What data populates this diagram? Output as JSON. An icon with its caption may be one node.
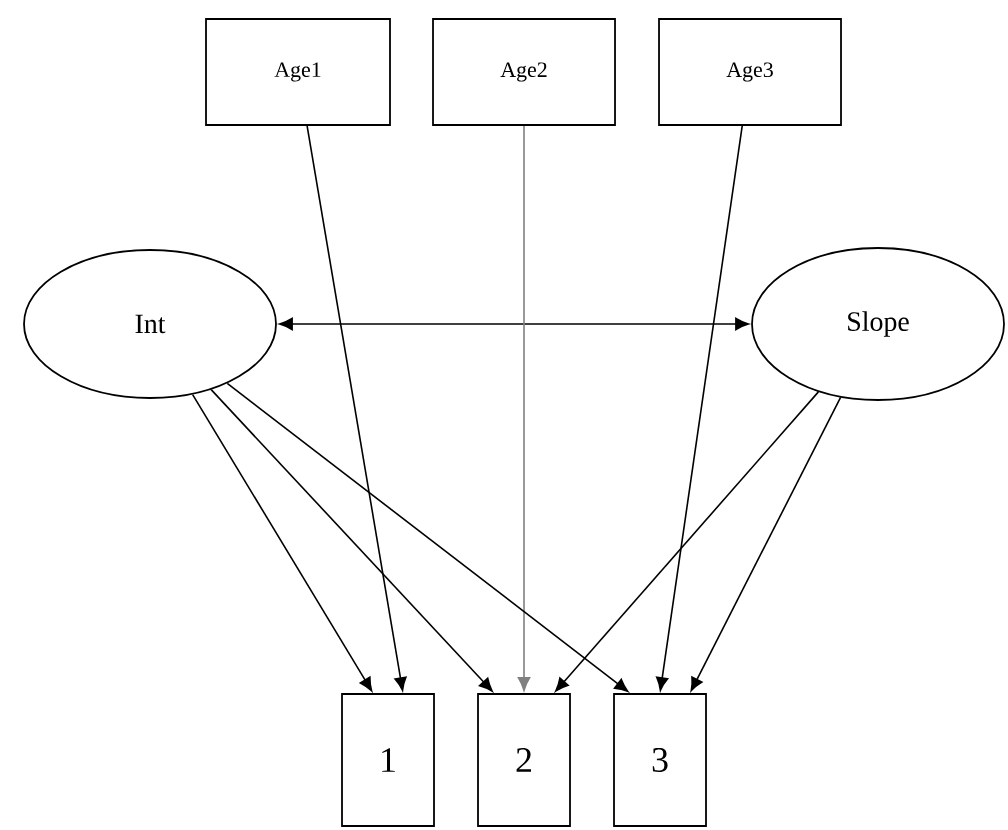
{
  "diagram": {
    "nodes": [
      {
        "text": [
          "Age1"
        ]
      },
      {
        "text": [
          "Age2"
        ]
      },
      {
        "text": [
          "Age3"
        ]
      },
      {
        "text": [
          "Int"
        ]
      },
      {
        "text": [
          "Slope"
        ]
      },
      {
        "text": [
          "1"
        ]
      },
      {
        "text": [
          "2"
        ]
      },
      {
        "text": [
          "3"
        ]
      }
    ],
    "edges": [
      {
        "from": 3,
        "to": 4,
        "arrow": "both"
      },
      {
        "from": 0,
        "to": 5,
        "arrow": "to"
      },
      {
        "from": 1,
        "to": 6,
        "arrow": "to",
        "color": "#808080"
      },
      {
        "from": 2,
        "to": 7,
        "arrow": "to"
      },
      {
        "from": 3,
        "to": 5,
        "arrow": "to"
      },
      {
        "from": 3,
        "to": 6,
        "arrow": "to"
      },
      {
        "from": 3,
        "to": 7,
        "arrow": "to"
      },
      {
        "from": 4,
        "to": 6,
        "arrow": "to"
      },
      {
        "from": 4,
        "to": 7,
        "arrow": "to"
      }
    ]
  }
}
